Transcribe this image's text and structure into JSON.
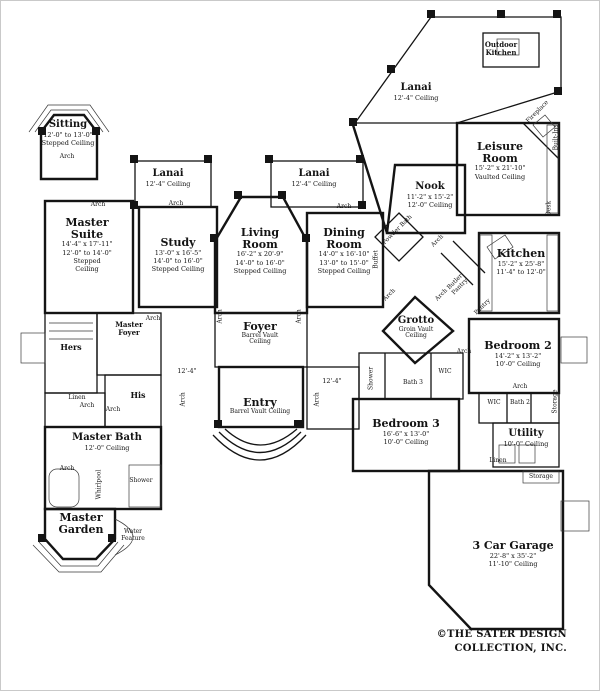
{
  "meta": {
    "copyright_line1": "©THE SATER DESIGN",
    "copyright_line2": "COLLECTION, INC."
  },
  "rooms": {
    "sitting": {
      "title": "Sitting",
      "sub1": "12'-0\" to 13'-0\"",
      "sub2": "Stepped Ceiling"
    },
    "master_suite": {
      "title": "Master Suite",
      "sub1": "14'-4\" x 17'-11\"",
      "sub2": "12'-0\" to 14'-0\"",
      "sub3": "Stepped Ceiling"
    },
    "lanai_left": {
      "title": "Lanai",
      "sub1": "12'-4\" Ceiling"
    },
    "study": {
      "title": "Study",
      "sub1": "13'-0\" x 16'-5\"",
      "sub2": "14'-0\" to 16'-0\"",
      "sub3": "Stepped Ceiling"
    },
    "living_room": {
      "title": "Living Room",
      "sub1": "16'-2\" x 20'-9\"",
      "sub2": "14'-0\" to 16'-0\"",
      "sub3": "Stepped Ceiling"
    },
    "lanai_center": {
      "title": "Lanai",
      "sub1": "12'-4\" Ceiling"
    },
    "dining_room": {
      "title": "Dining Room",
      "sub1": "14'-0\" x 16'-10\"",
      "sub2": "13'-0\" to 15'-0\"",
      "sub3": "Stepped Ceiling"
    },
    "lanai_top": {
      "title": "Lanai",
      "sub1": "12'-4\" Ceiling"
    },
    "outdoor_kitchen": {
      "title": "Outdoor Kitchen"
    },
    "leisure_room": {
      "title": "Leisure Room",
      "sub1": "15'-2\" x 21'-10\"",
      "sub2": "Vaulted Ceiling"
    },
    "nook": {
      "title": "Nook",
      "sub1": "11'-2\" x 15'-2\"",
      "sub2": "12'-0\" Ceiling"
    },
    "kitchen": {
      "title": "Kitchen",
      "sub1": "15'-2\" x 25'-8\"",
      "sub2": "11'-4\" to 12'-0\""
    },
    "grotto": {
      "title": "Grotto",
      "sub1": "Groin Vault",
      "sub2": "Ceiling"
    },
    "foyer": {
      "title": "Foyer",
      "sub1": "Barrel Vault",
      "sub2": "Ceiling"
    },
    "entry": {
      "title": "Entry",
      "sub1": "Barrel Vault Ceiling"
    },
    "master_bath": {
      "title": "Master Bath",
      "sub1": "12'-0\" Ceiling"
    },
    "master_garden": {
      "title": "Master Garden"
    },
    "bedroom2": {
      "title": "Bedroom 2",
      "sub1": "14'-2\" x 13'-2\"",
      "sub2": "10'-0\" Ceiling"
    },
    "bedroom3": {
      "title": "Bedroom 3",
      "sub1": "16'-6\" x 13'-0\"",
      "sub2": "10'-0\" Ceiling"
    },
    "utility": {
      "title": "Utility",
      "sub1": "10'-0\" Ceiling"
    },
    "garage": {
      "title": "3 Car Garage",
      "sub1": "22'-8\" x 35'-2\"",
      "sub2": "11'-10\" Ceiling"
    }
  },
  "small_labels": {
    "arch": "Arch",
    "master_foyer": "Master Foyer",
    "hers": "Hers",
    "his": "His",
    "linen": "Linen",
    "powder_bath": "Powder Bath",
    "buffet": "Buffet",
    "butler_pantry": "Butler Pantry",
    "pantry": "Pantry",
    "desk": "Desk",
    "built_ins": "Built-Ins",
    "fireplace": "Fireplace",
    "bath3": "Bath 3",
    "wic": "WIC",
    "bath2": "Bath 2",
    "shower": "Shower",
    "storage": "Storage",
    "whirlpool": "Whirlpool",
    "water_feature": "Water Feature",
    "dim_12_4": "12'-4\""
  }
}
